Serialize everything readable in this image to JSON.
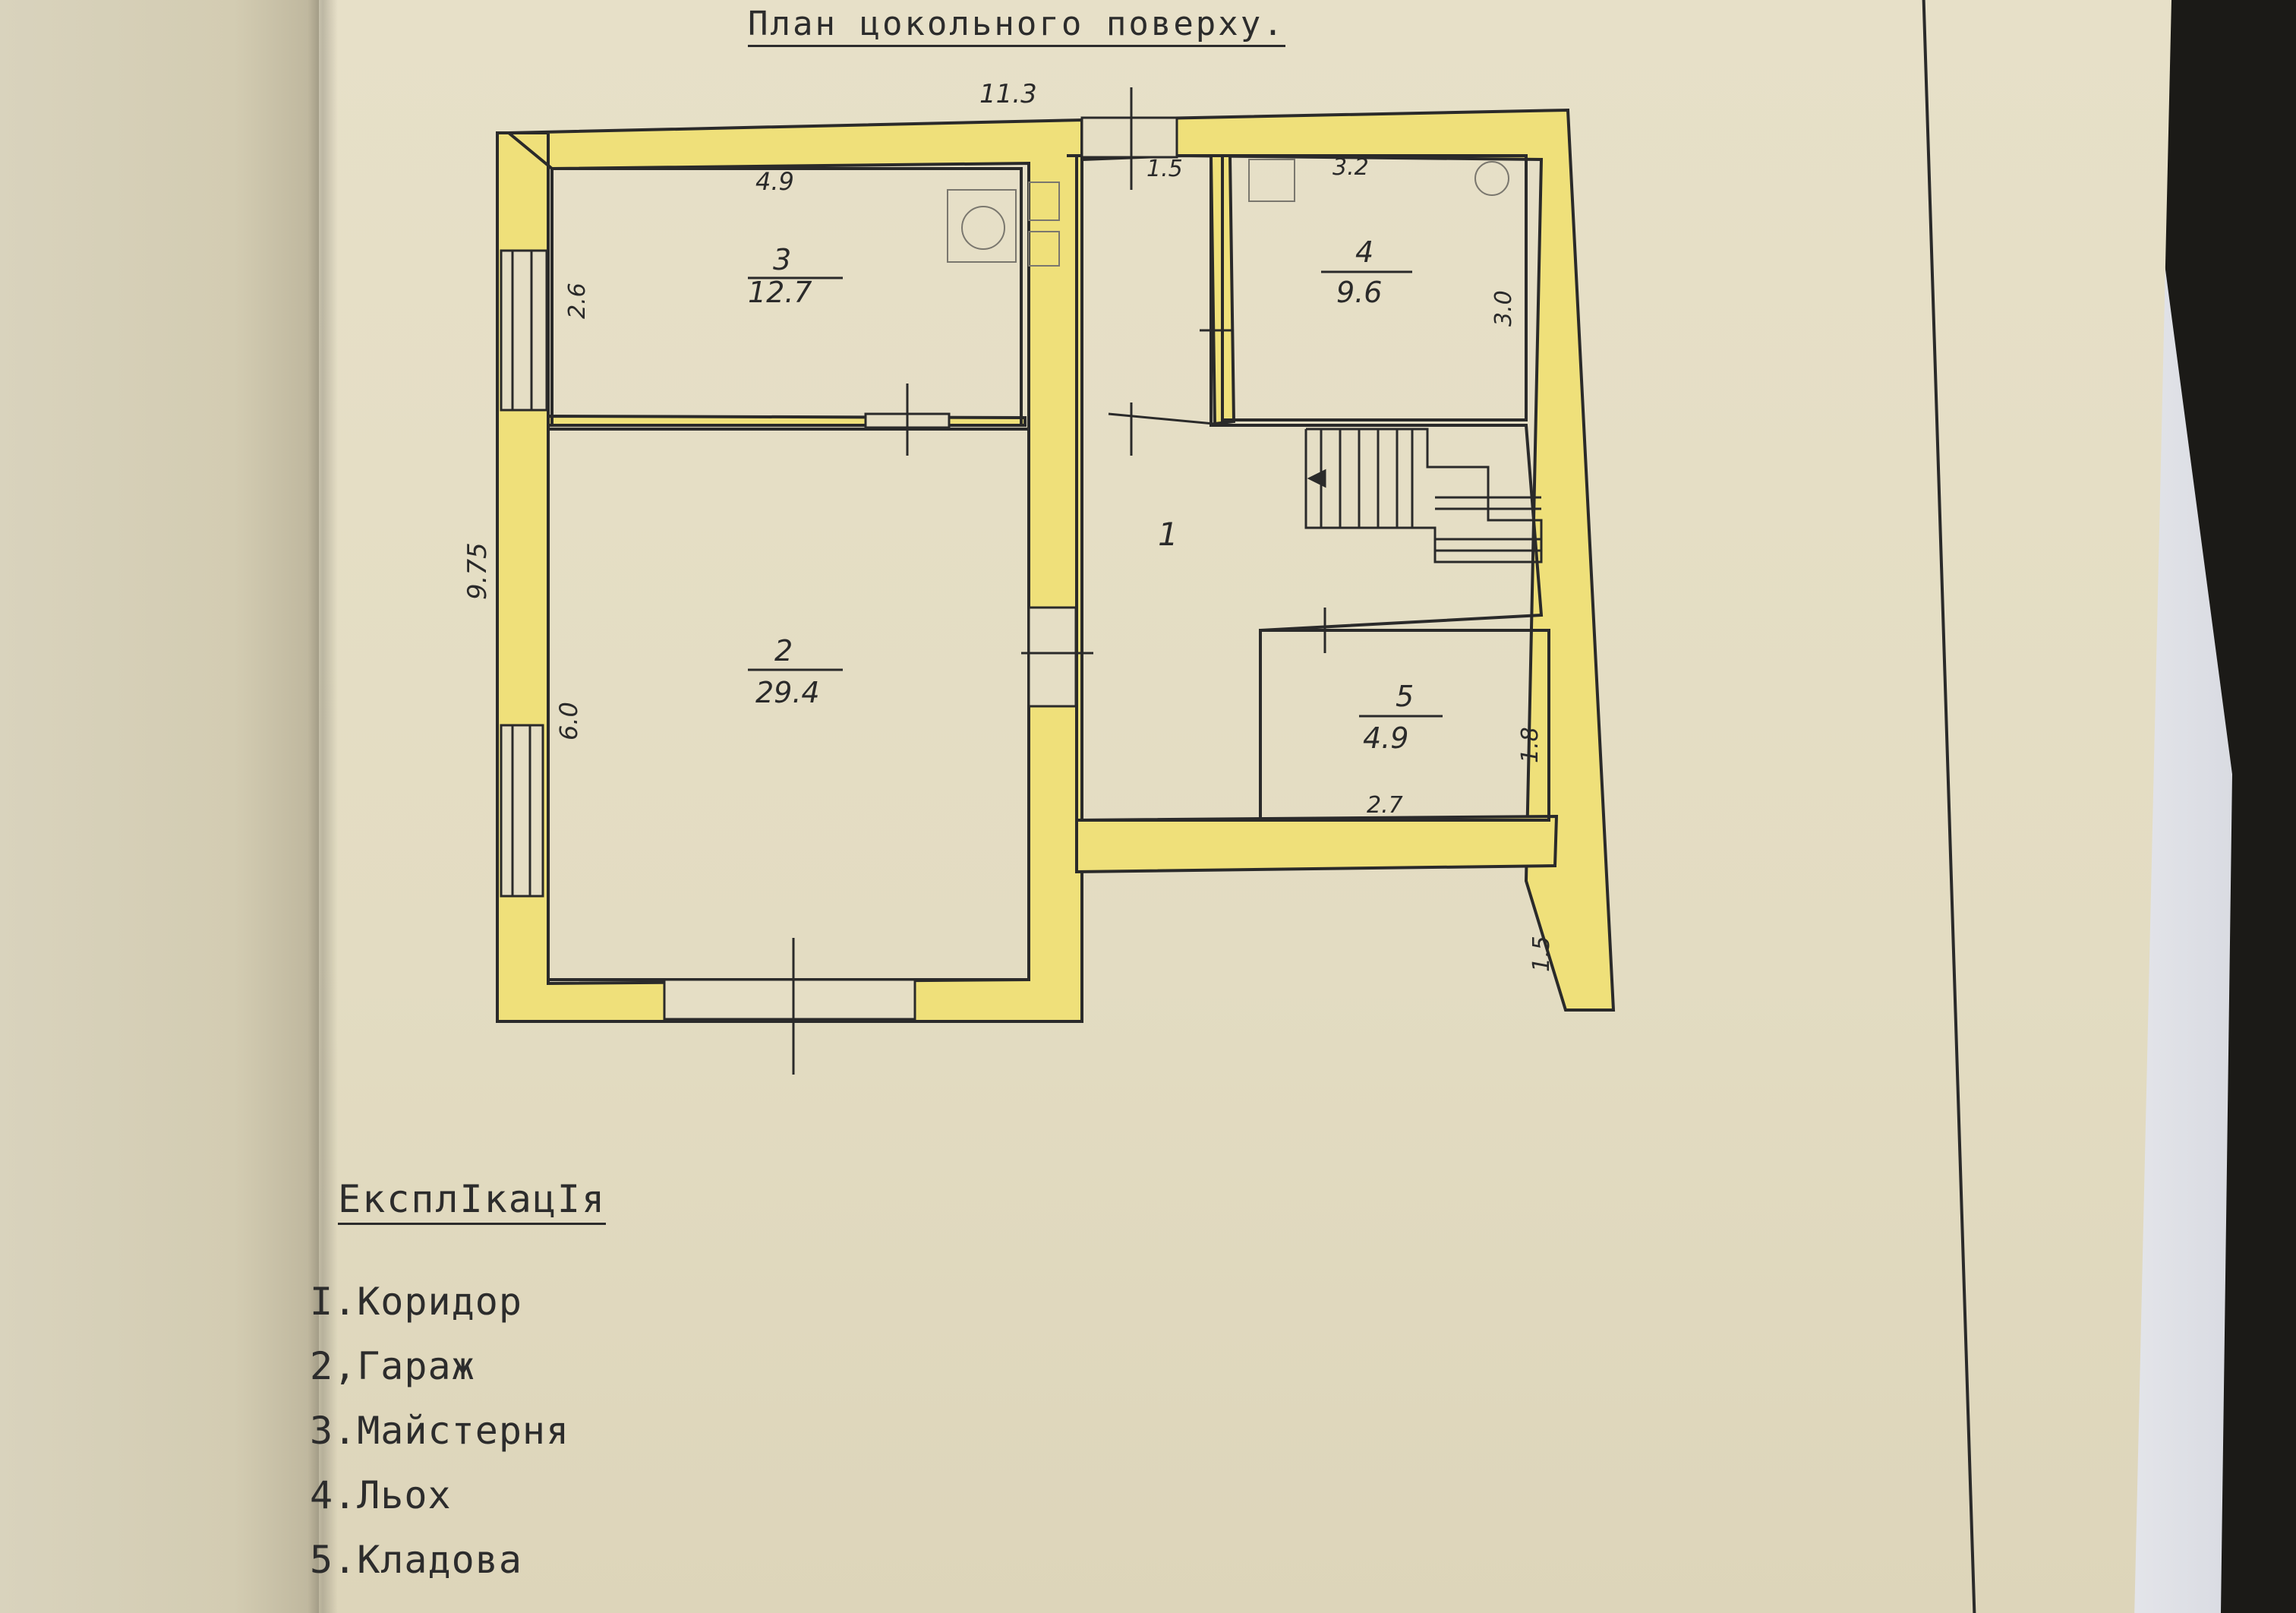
{
  "page_title": "План цокольного поверху.",
  "dimensions": {
    "overall_width": "11.3",
    "left_height": "9.75",
    "corridor_top": "1.5",
    "right_stub": "1.5"
  },
  "rooms": [
    {
      "number": "1",
      "area": ""
    },
    {
      "number": "2",
      "area": "29.4",
      "height_label": "6.0"
    },
    {
      "number": "3",
      "area": "12.7",
      "width_label": "4.9",
      "height_label": "2.6"
    },
    {
      "number": "4",
      "area": "9.6",
      "width_label": "3.2",
      "height_label": "3.0"
    },
    {
      "number": "5",
      "area": "4.9",
      "width_label": "2.7",
      "height_label": "1.8"
    }
  ],
  "legend": {
    "heading": "ЕксплІкацІя",
    "items": [
      "І.Коридор",
      "2,Гараж",
      "3.Майстерня",
      "4.Льох",
      "5.Кладова"
    ]
  },
  "colors": {
    "wall_fill": "#efe07a",
    "ink": "#2a2a2a",
    "paper": "#e5dec5"
  }
}
